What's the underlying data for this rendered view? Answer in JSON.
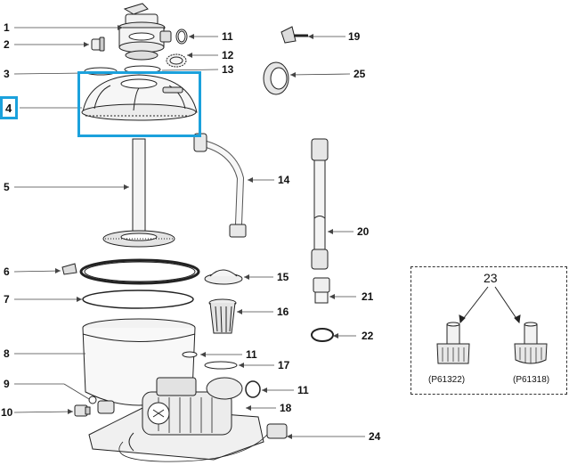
{
  "callouts": [
    "1",
    "2",
    "3",
    "4",
    "5",
    "6",
    "7",
    "8",
    "9",
    "10",
    "11",
    "12",
    "13",
    "14",
    "15",
    "16",
    "11",
    "17",
    "11",
    "18",
    "19",
    "20",
    "21",
    "22",
    "23",
    "24",
    "25"
  ],
  "kit": {
    "number": "23",
    "left_label": "(P61322)",
    "right_label": "(P61318)"
  },
  "highlight": {
    "part_number": "4",
    "color": "#1ba1dc"
  }
}
